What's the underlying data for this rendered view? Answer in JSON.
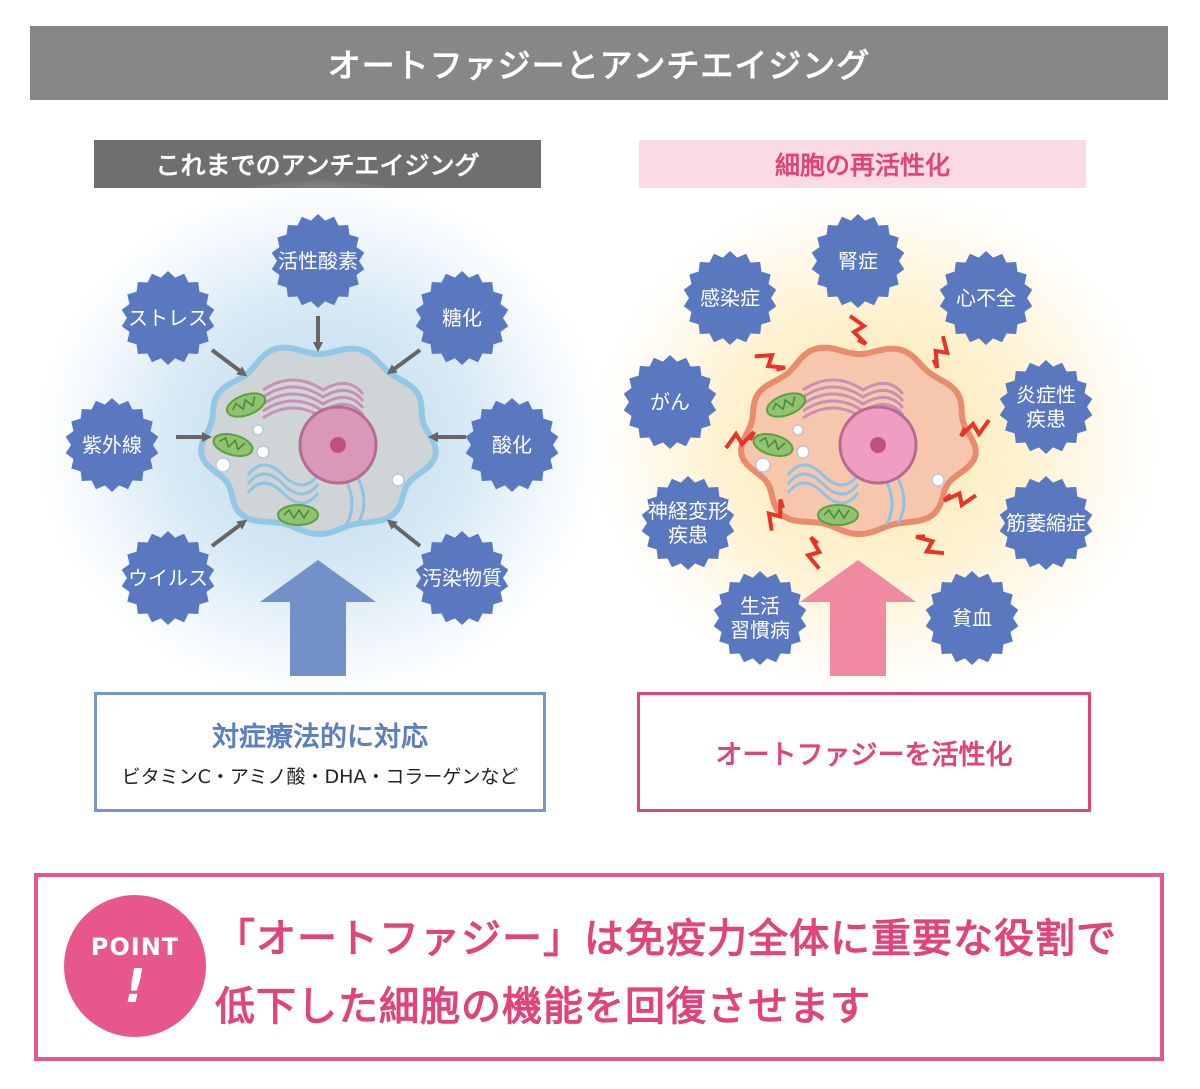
{
  "title": "オートファジーとアンチエイジング",
  "left_panel": {
    "heading": "これまでのアンチエイジング",
    "factors": [
      "活性酸素",
      "ストレス",
      "糖化",
      "紫外線",
      "酸化",
      "ウイルス",
      "汚染物質"
    ],
    "box_title": "対症療法的に対応",
    "box_subtitle": "ビタミンC・アミノ酸・DHA・コラーゲンなど",
    "arrow_color": "#7390c8",
    "badge_color": "#5a78c0"
  },
  "right_panel": {
    "heading": "細胞の再活性化",
    "diseases": [
      [
        "腎症"
      ],
      [
        "感染症"
      ],
      [
        "心不全"
      ],
      [
        "がん"
      ],
      [
        "炎症性",
        "疾患"
      ],
      [
        "神経変形",
        "疾患"
      ],
      [
        "筋萎縮症"
      ],
      [
        "生活",
        "習慣病"
      ],
      [
        "貧血"
      ]
    ],
    "box_title": "オートファジーを活性化",
    "arrow_color": "#ef8aa1",
    "bolt_color": "#e8322a"
  },
  "point": {
    "badge_word": "POINT",
    "badge_mark": "!",
    "line1": "「オートファジー」は免疫力全体に重要な役割で",
    "line2": "低下した細胞の機能を回復させます",
    "color": "#e8578b"
  }
}
